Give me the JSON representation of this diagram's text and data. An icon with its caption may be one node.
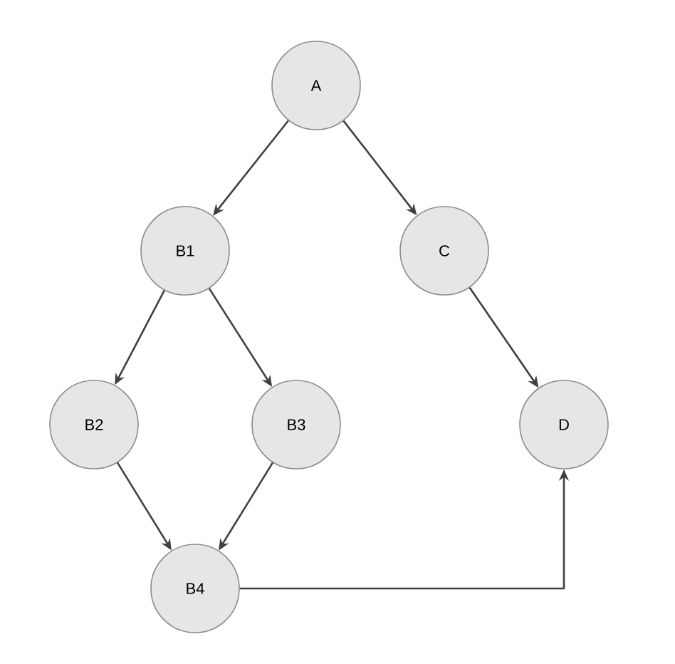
{
  "diagram": {
    "nodes": [
      {
        "text": [
          "A"
        ]
      },
      {
        "text": [
          "B1"
        ]
      },
      {
        "text": [
          "C"
        ]
      },
      {
        "text": [
          "B2"
        ]
      },
      {
        "text": [
          "B3"
        ]
      },
      {
        "text": [
          "D"
        ]
      },
      {
        "text": [
          "B4"
        ]
      }
    ],
    "edges": [
      {
        "from": 0,
        "to": 1,
        "arrow": "to"
      },
      {
        "from": 0,
        "to": 2,
        "arrow": "to"
      },
      {
        "from": 1,
        "to": 3,
        "arrow": "to"
      },
      {
        "from": 1,
        "to": 4,
        "arrow": "to"
      },
      {
        "from": 2,
        "to": 5,
        "arrow": "to"
      },
      {
        "from": 3,
        "to": 6,
        "arrow": "to"
      },
      {
        "from": 4,
        "to": 6,
        "arrow": "to"
      },
      {
        "from": 6,
        "to": 5,
        "arrow": "to"
      }
    ]
  }
}
